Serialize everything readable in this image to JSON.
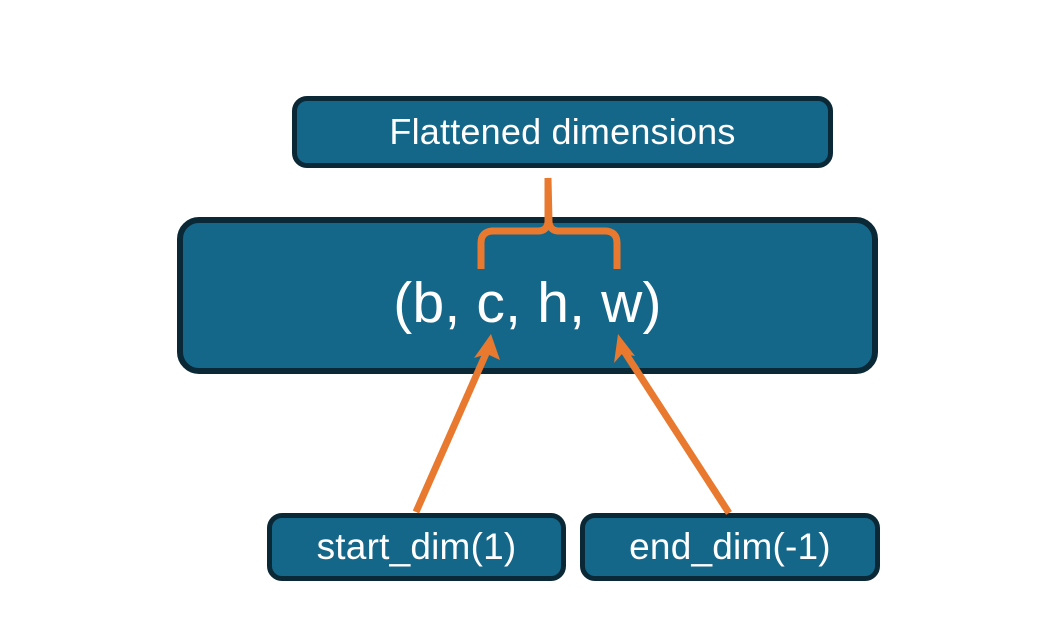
{
  "diagram": {
    "title_text": "Flattened dimensions",
    "shape_text": "(b, c, h, w)",
    "start_dim_text": "start_dim(1)",
    "end_dim_text": "end_dim(-1)",
    "colors": {
      "node_fill": "#156789",
      "node_border": "#0b2836",
      "node_text": "#ffffff",
      "connector": "#E8792E",
      "background": "#ffffff"
    },
    "nodes": [
      {
        "id": "flattened-dimensions",
        "label": "Flattened dimensions",
        "role": "annotation-box-top"
      },
      {
        "id": "tensor-shape",
        "label": "(b, c, h, w)",
        "role": "main-shape-box"
      },
      {
        "id": "start-dim",
        "label": "start_dim(1)",
        "role": "argument-box-left"
      },
      {
        "id": "end-dim",
        "label": "end_dim(-1)",
        "role": "argument-box-right"
      }
    ],
    "connectors": [
      {
        "id": "brace-flattened",
        "type": "curly-brace-up",
        "from": "tensor-shape-dims-c-h-w",
        "to": "flattened-dimensions"
      },
      {
        "id": "arrow-start-dim",
        "type": "arrow",
        "from": "start-dim",
        "to": "tensor-shape-dim-c"
      },
      {
        "id": "arrow-end-dim",
        "type": "arrow",
        "from": "end-dim",
        "to": "tensor-shape-dim-w"
      }
    ]
  }
}
